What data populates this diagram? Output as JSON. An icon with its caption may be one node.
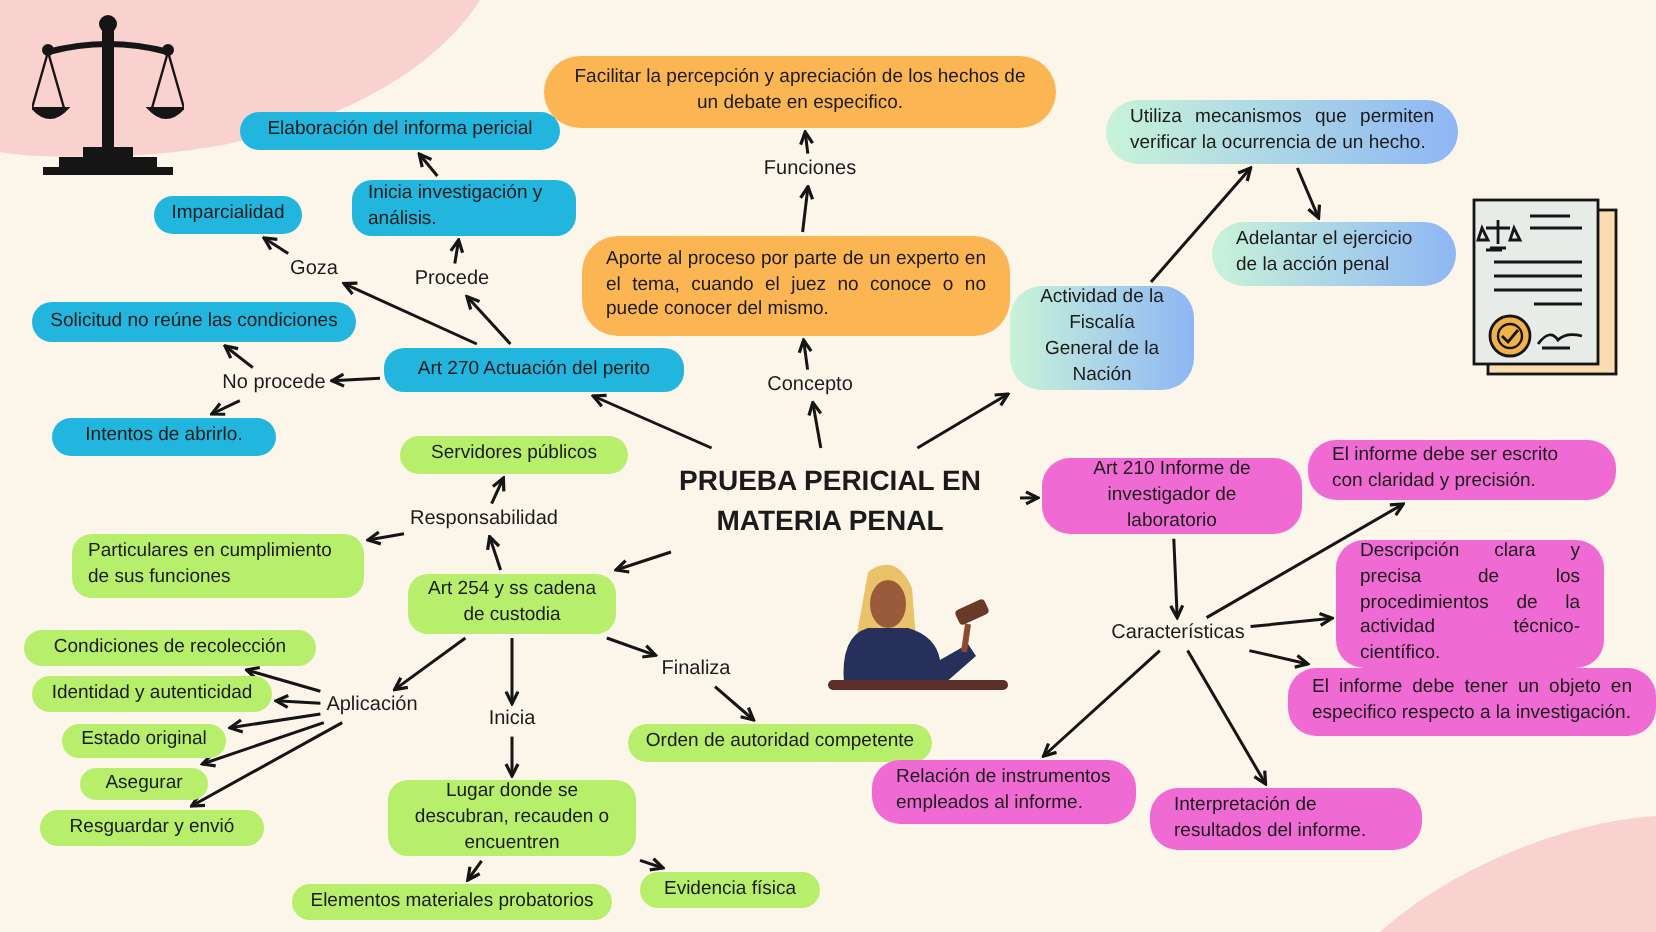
{
  "diagram": {
    "nodes": [
      {
        "text": [
          "PRUEBA PERICIAL EN MATERIA PENAL"
        ]
      },
      {
        "text": [
          "Concepto"
        ]
      },
      {
        "text": [
          "Aporte al proceso por parte de un experto en el tema, cuando el juez no conoce o no puede conocer del mismo."
        ]
      },
      {
        "text": [
          "Funciones"
        ]
      },
      {
        "text": [
          "Facilitar la percepción y apreciación de los hechos de un debate en especifico."
        ]
      },
      {
        "text": [
          "Actividad de la Fiscalía General de la Nación"
        ]
      },
      {
        "text": [
          "Utiliza mecanismos que permiten verificar la ocurrencia de un hecho."
        ]
      },
      {
        "text": [
          "Adelantar el ejercicio de la acción penal"
        ]
      },
      {
        "text": [
          "Art 270 Actuación del perito"
        ]
      },
      {
        "text": [
          "Procede"
        ]
      },
      {
        "text": [
          "Inicia investigación y análisis."
        ]
      },
      {
        "text": [
          "Elaboración del informa pericial"
        ]
      },
      {
        "text": [
          "Goza"
        ]
      },
      {
        "text": [
          "Imparcialidad"
        ]
      },
      {
        "text": [
          "No procede"
        ]
      },
      {
        "text": [
          "Solicitud no reúne las condiciones"
        ]
      },
      {
        "text": [
          "Intentos de abrirlo."
        ]
      },
      {
        "text": [
          "Art 254 y ss cadena de custodia"
        ]
      },
      {
        "text": [
          "Responsabilidad"
        ]
      },
      {
        "text": [
          "Servidores públicos"
        ]
      },
      {
        "text": [
          "Particulares en cumplimiento de sus funciones"
        ]
      },
      {
        "text": [
          "Aplicación"
        ]
      },
      {
        "text": [
          "Condiciones de recolección"
        ]
      },
      {
        "text": [
          "Identidad y autenticidad"
        ]
      },
      {
        "text": [
          "Estado original"
        ]
      },
      {
        "text": [
          "Asegurar"
        ]
      },
      {
        "text": [
          "Resguardar y envió"
        ]
      },
      {
        "text": [
          "Inicia"
        ]
      },
      {
        "text": [
          "Lugar donde se descubran, recauden o encuentren"
        ]
      },
      {
        "text": [
          "Elementos materiales probatorios"
        ]
      },
      {
        "text": [
          "Evidencia física"
        ]
      },
      {
        "text": [
          "Finaliza"
        ]
      },
      {
        "text": [
          "Orden de autoridad competente"
        ]
      },
      {
        "text": [
          "Art 210 Informe de investigador de laboratorio"
        ]
      },
      {
        "text": [
          "Características"
        ]
      },
      {
        "text": [
          "El informe debe ser escrito con claridad y precisión."
        ]
      },
      {
        "text": [
          "Descripción clara y precisa de los procedimientos de la actividad técnico-científico."
        ]
      },
      {
        "text": [
          "El informe debe tener un objeto en especifico respecto a la investigación."
        ]
      },
      {
        "text": [
          "Relación de instrumentos empleados al informe."
        ]
      },
      {
        "text": [
          "Interpretación de resultados del informe."
        ]
      }
    ],
    "edges": [
      {
        "from": 0,
        "to": 1,
        "arrow": "to"
      },
      {
        "from": 1,
        "to": 2,
        "arrow": "to"
      },
      {
        "from": 2,
        "to": 3,
        "arrow": "to"
      },
      {
        "from": 3,
        "to": 4,
        "arrow": "to"
      },
      {
        "from": 0,
        "to": 5,
        "arrow": "to"
      },
      {
        "from": 5,
        "to": 6,
        "arrow": "to"
      },
      {
        "from": 6,
        "to": 7,
        "arrow": "to"
      },
      {
        "from": 0,
        "to": 8,
        "arrow": "to"
      },
      {
        "from": 8,
        "to": 9,
        "arrow": "to"
      },
      {
        "from": 9,
        "to": 10,
        "arrow": "to"
      },
      {
        "from": 10,
        "to": 11,
        "arrow": "to"
      },
      {
        "from": 8,
        "to": 12,
        "arrow": "to"
      },
      {
        "from": 12,
        "to": 13,
        "arrow": "to"
      },
      {
        "from": 8,
        "to": 14,
        "arrow": "to"
      },
      {
        "from": 14,
        "to": 15,
        "arrow": "to"
      },
      {
        "from": 14,
        "to": 16,
        "arrow": "to"
      },
      {
        "from": 0,
        "to": 17,
        "arrow": "to"
      },
      {
        "from": 17,
        "to": 18,
        "arrow": "to"
      },
      {
        "from": 18,
        "to": 19,
        "arrow": "to"
      },
      {
        "from": 18,
        "to": 20,
        "arrow": "to"
      },
      {
        "from": 17,
        "to": 21,
        "arrow": "to"
      },
      {
        "from": 21,
        "to": 22,
        "arrow": "to"
      },
      {
        "from": 21,
        "to": 23,
        "arrow": "to"
      },
      {
        "from": 21,
        "to": 24,
        "arrow": "to"
      },
      {
        "from": 21,
        "to": 25,
        "arrow": "to"
      },
      {
        "from": 21,
        "to": 26,
        "arrow": "to"
      },
      {
        "from": 17,
        "to": 27,
        "arrow": "to"
      },
      {
        "from": 27,
        "to": 28,
        "arrow": "to"
      },
      {
        "from": 28,
        "to": 29,
        "arrow": "to"
      },
      {
        "from": 28,
        "to": 30,
        "arrow": "to"
      },
      {
        "from": 17,
        "to": 31,
        "arrow": "to"
      },
      {
        "from": 31,
        "to": 32,
        "arrow": "to"
      },
      {
        "from": 0,
        "to": 33,
        "arrow": "to"
      },
      {
        "from": 33,
        "to": 34,
        "arrow": "to"
      },
      {
        "from": 34,
        "to": 35,
        "arrow": "to"
      },
      {
        "from": 34,
        "to": 36,
        "arrow": "to"
      },
      {
        "from": 34,
        "to": 37,
        "arrow": "to"
      },
      {
        "from": 34,
        "to": 38,
        "arrow": "to"
      },
      {
        "from": 34,
        "to": 39,
        "arrow": "to"
      }
    ]
  }
}
